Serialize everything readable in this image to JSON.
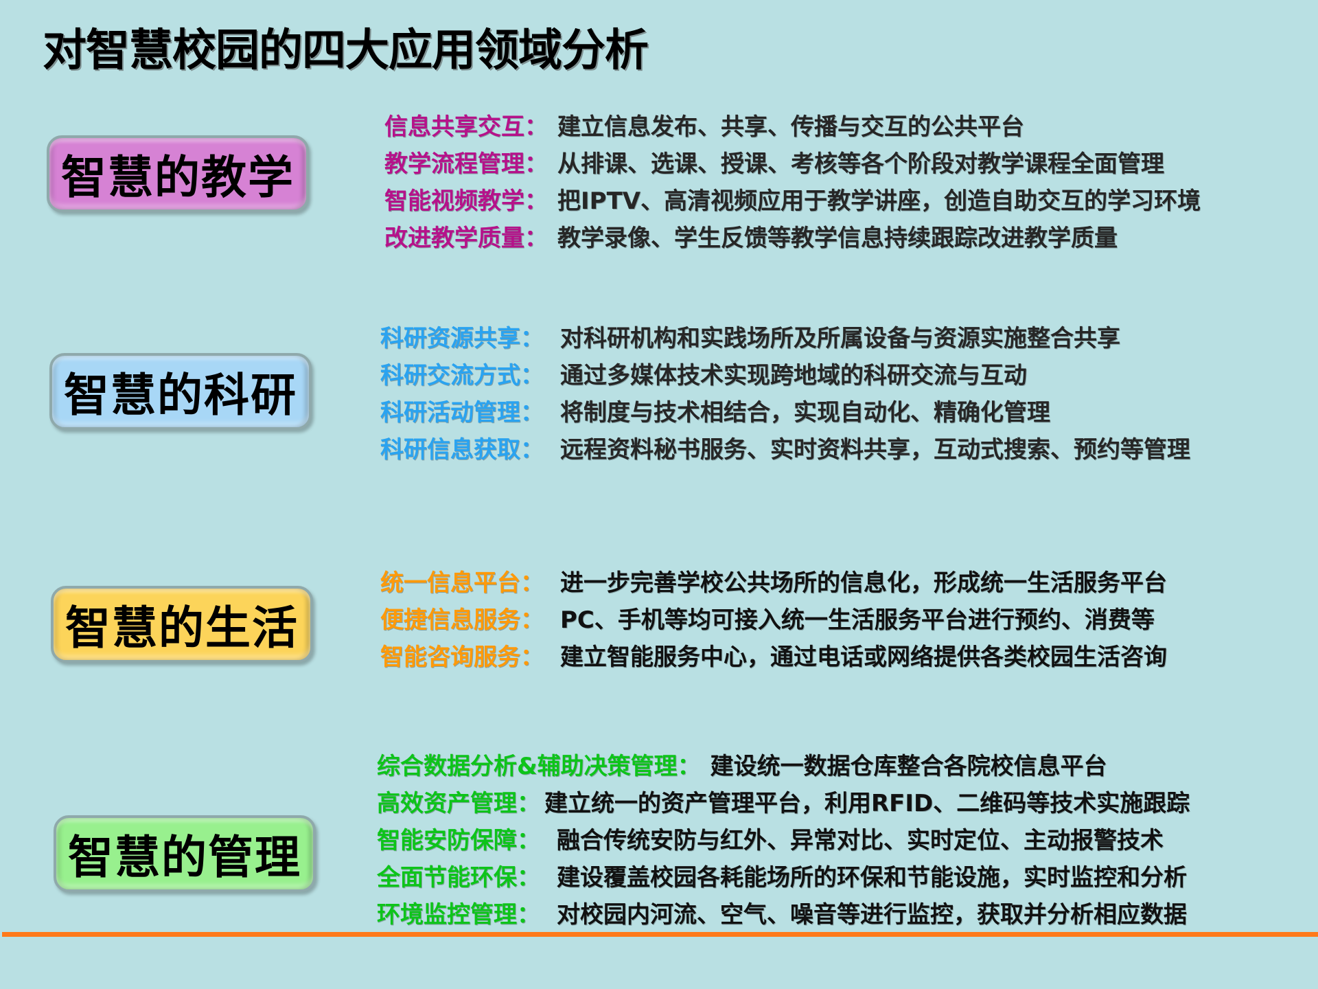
{
  "slide": {
    "title": "对智慧校园的四大应用领域分析",
    "background_color": "#b9e0e3",
    "rule_color": "#ff7a1a"
  },
  "sections": [
    {
      "label": "智慧的教学",
      "pill_color": "#d682d4",
      "key_color": "#b5128a",
      "items": [
        {
          "key": "信息共享交互",
          "sep": "：",
          "value": "建立信息发布、共享、传播与交互的公共平台"
        },
        {
          "key": "教学流程管理",
          "sep": "：",
          "value": "从排课、选课、授课、考核等各个阶段对教学课程全面管理"
        },
        {
          "key": "智能视频教学",
          "sep": "：",
          "value": "把IPTV、高清视频应用于教学讲座，创造自助交互的学习环境"
        },
        {
          "key": "改进教学质量",
          "sep": "：",
          "value": "教学录像、学生反馈等教学信息持续跟踪改进教学质量"
        }
      ]
    },
    {
      "label": "智慧的科研",
      "pill_color": "#a8d7f6",
      "key_color": "#2aa3f0",
      "items": [
        {
          "key": "科研资源共享",
          "sep": "：",
          "value": "对科研机构和实践场所及所属设备与资源实施整合共享"
        },
        {
          "key": "科研交流方式",
          "sep": "：",
          "value": "通过多媒体技术实现跨地域的科研交流与互动"
        },
        {
          "key": "科研活动管理",
          "sep": "：",
          "value": "将制度与技术相结合，实现自动化、精确化管理"
        },
        {
          "key": "科研信息获取",
          "sep": "：",
          "value": "远程资料秘书服务、实时资料共享，互动式搜索、预约等管理"
        }
      ]
    },
    {
      "label": "智慧的生活",
      "pill_color": "#fcd45a",
      "key_color": "#ff9a0a",
      "items": [
        {
          "key": "统一信息平台",
          "sep": "：",
          "value": "进一步完善学校公共场所的信息化，形成统一生活服务平台"
        },
        {
          "key": "便捷信息服务",
          "sep": "：",
          "value": "PC、手机等均可接入统一生活服务平台进行预约、消费等"
        },
        {
          "key": "智能咨询服务",
          "sep": "：",
          "value": "建立智能服务中心，通过电话或网络提供各类校园生活咨询"
        }
      ]
    },
    {
      "label": "智慧的管理",
      "pill_color": "#98f08e",
      "key_color": "#0dc41a",
      "items": [
        {
          "key": "综合数据分析&辅助决策管理",
          "sep": "：",
          "value": "建设统一数据仓库整合各院校信息平台"
        },
        {
          "key": "高效资产管理",
          "sep": "：",
          "value": "建立统一的资产管理平台，利用RFID、二维码等技术实施跟踪"
        },
        {
          "key": "智能安防保障",
          "sep": "：",
          "value": "融合传统安防与红外、异常对比、实时定位、主动报警技术"
        },
        {
          "key": "全面节能环保",
          "sep": "：",
          "value": "建设覆盖校园各耗能场所的环保和节能设施，实时监控和分析"
        },
        {
          "key": "环境监控管理",
          "sep": "：",
          "value": "对校园内河流、空气、噪音等进行监控，获取并分析相应数据"
        }
      ]
    }
  ]
}
